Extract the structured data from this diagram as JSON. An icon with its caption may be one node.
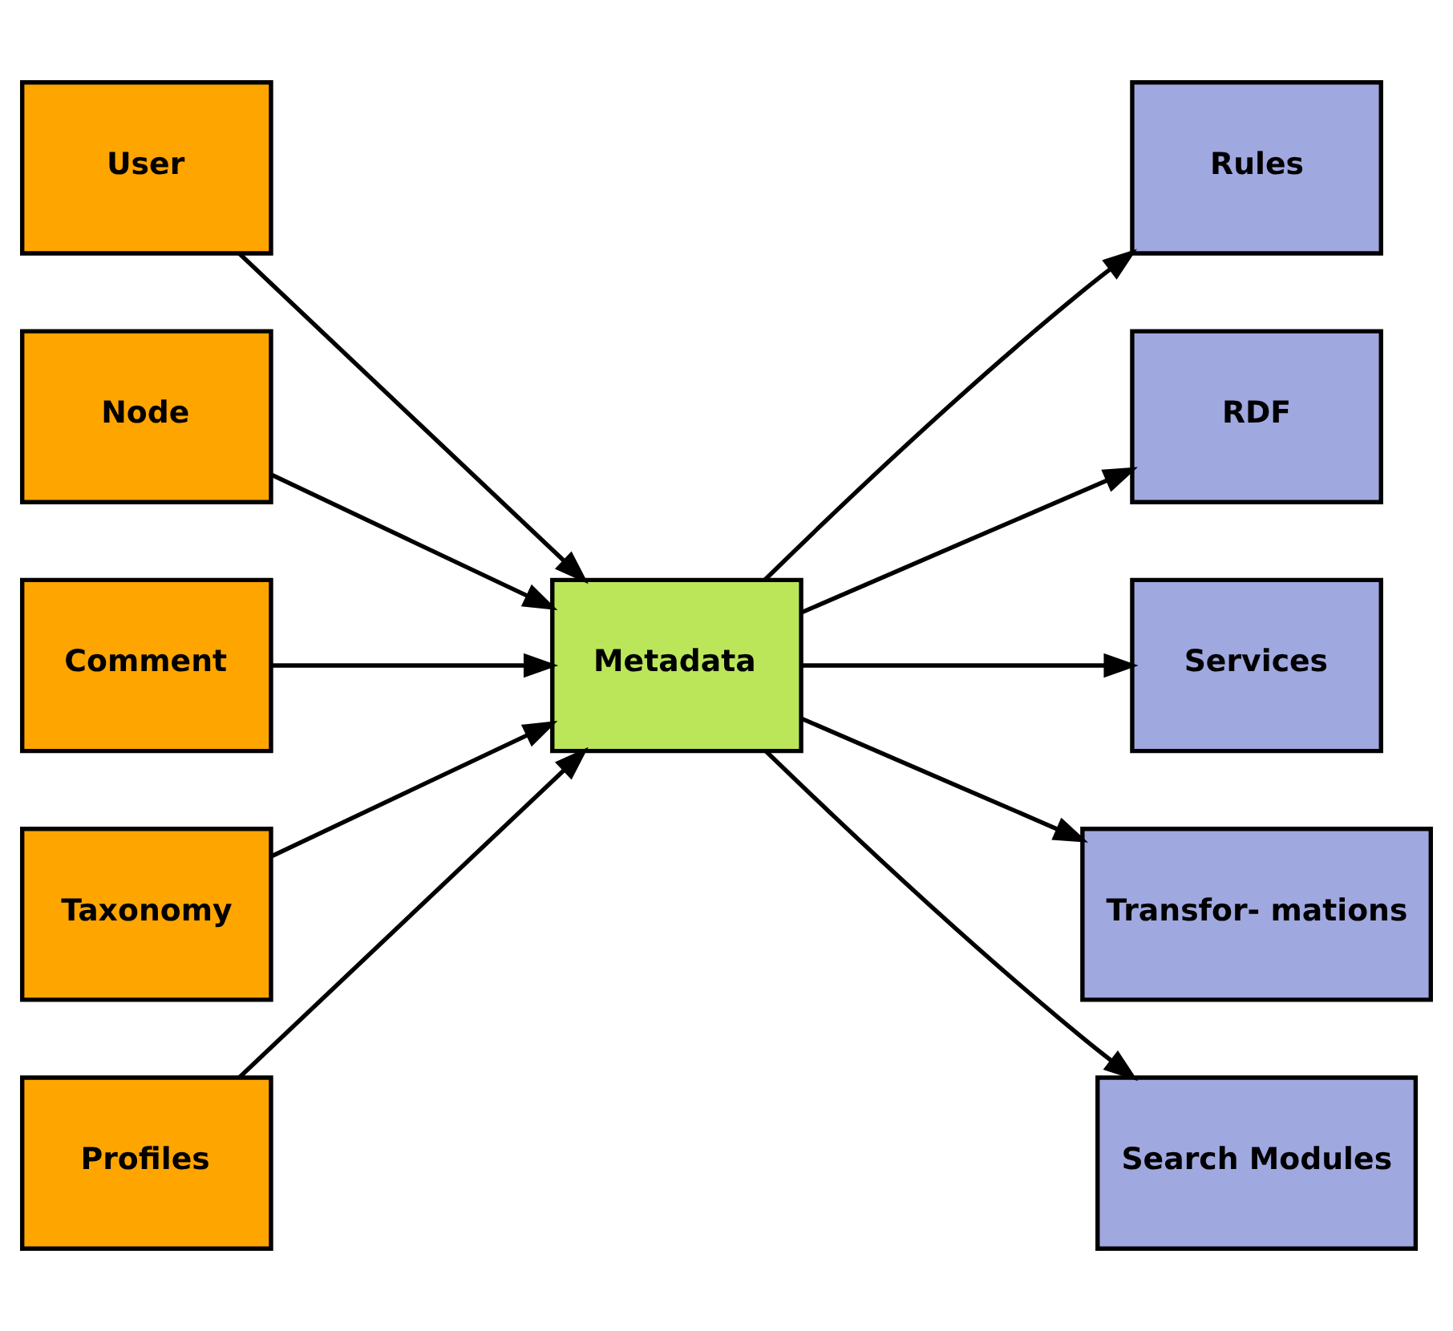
{
  "diagram": {
    "nodes": [
      {
        "text": [
          "User"
        ]
      },
      {
        "text": [
          "Node"
        ]
      },
      {
        "text": [
          "Comment"
        ]
      },
      {
        "text": [
          "Taxonomy"
        ]
      },
      {
        "text": [
          "Profiles"
        ]
      },
      {
        "text": [
          "Metadata"
        ]
      },
      {
        "text": [
          "Rules"
        ]
      },
      {
        "text": [
          "RDF"
        ]
      },
      {
        "text": [
          "Services"
        ]
      },
      {
        "text": [
          "Transfor- mations"
        ]
      },
      {
        "text": [
          "Search Modules"
        ]
      }
    ],
    "edges": [
      {
        "from": 0,
        "to": 5,
        "arrow": "to"
      },
      {
        "from": 1,
        "to": 5,
        "arrow": "to"
      },
      {
        "from": 2,
        "to": 5,
        "arrow": "to"
      },
      {
        "from": 3,
        "to": 5,
        "arrow": "to"
      },
      {
        "from": 4,
        "to": 5,
        "arrow": "to"
      },
      {
        "from": 5,
        "to": 6,
        "arrow": "to"
      },
      {
        "from": 5,
        "to": 7,
        "arrow": "to"
      },
      {
        "from": 5,
        "to": 8,
        "arrow": "to"
      },
      {
        "from": 5,
        "to": 9,
        "arrow": "to"
      },
      {
        "from": 5,
        "to": 10,
        "arrow": "to"
      }
    ]
  }
}
